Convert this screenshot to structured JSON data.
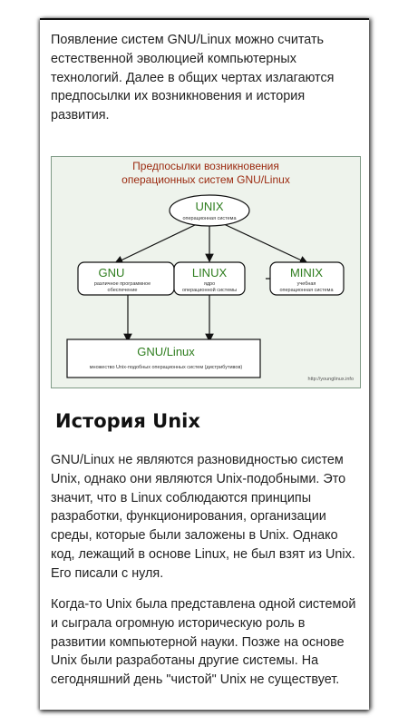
{
  "article": {
    "intro": "Появление систем GNU/Linux можно считать естественной эволюцией компьютерных технологий. Далее в общих чертах излагаются предпосылки их возникновения и история развития.",
    "heading": "История Unix",
    "paragraphs": [
      "GNU/Linux не являются разновидностью систем Unix, однако они являются Unix-подобными. Это значит, что в Linux соблюдаются принципы разработки, функционирования, организации среды, которые были заложены в Unix. Однако код, лежащий в основе Linux, не был взят из Unix. Его писали с нуля.",
      "Когда-то Unix была представлена одной системой и сыграла огромную историческую роль в развитии компьютерной науки. Позже на основе Unix были разработаны другие системы. На сегодняшний день \"чистой\" Unix не существует."
    ]
  },
  "diagram": {
    "title_line1": "Предпосылки возникновения",
    "title_line2": "операционных систем GNU/Linux",
    "unix": {
      "name": "UNIX",
      "desc": "операционная система"
    },
    "gnu": {
      "name": "GNU",
      "desc1": "различное программное",
      "desc2": "обеспечение"
    },
    "linux": {
      "name": "LINUX",
      "desc1": "ядро",
      "desc2": "операционной системы"
    },
    "minix": {
      "name": "MINIX",
      "desc1": "учебная",
      "desc2": "операционная система"
    },
    "gnulinux": {
      "name": "GNU/Linux",
      "desc": "множество Unix-подобных операционных систем (дистрибутивов)"
    },
    "credit": "http://younglinux.info",
    "colors": {
      "title": "#9b2a10",
      "node_name": "#2e7d1e",
      "background": "#eef3ec",
      "border": "#7f9a86"
    }
  }
}
